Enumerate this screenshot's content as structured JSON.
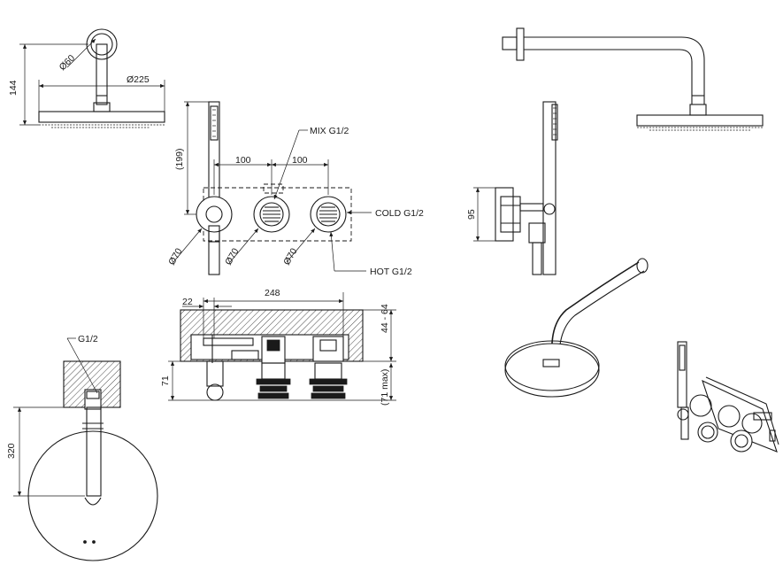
{
  "dimensions": {
    "d60": "Ø60",
    "d144": "144",
    "d225": "Ø225",
    "d199": "(199)",
    "d100a": "100",
    "d100b": "100",
    "d70a": "Ø70",
    "d70b": "Ø70",
    "d70c": "Ø70",
    "d95": "95",
    "d248": "248",
    "d22": "22",
    "d4464": "44 - 64",
    "d71": "71",
    "d71max": "(71 max)",
    "d320": "320"
  },
  "callouts": {
    "mix": "MIX G1/2",
    "cold": "COLD G1/2",
    "hot": "HOT G1/2",
    "g12": "G1/2"
  },
  "colors": {
    "line": "#1a1a1a",
    "background": "#ffffff",
    "hatch": "#1a1a1a"
  }
}
